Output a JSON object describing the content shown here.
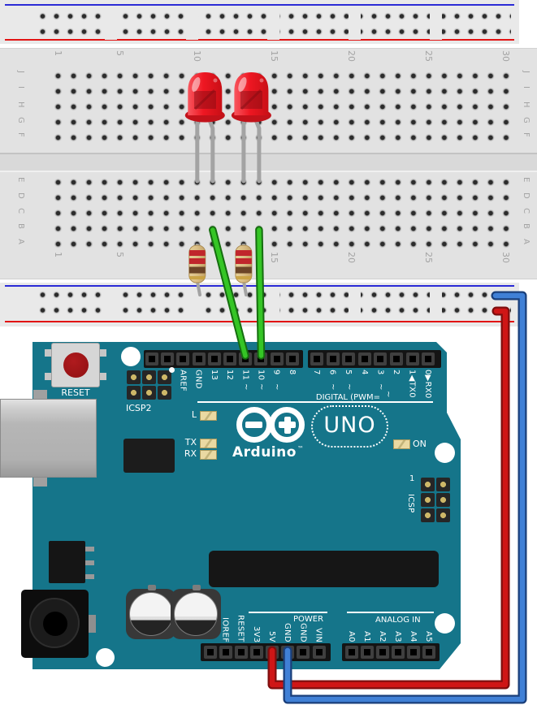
{
  "breadboard": {
    "column_numbers": [
      "1",
      "5",
      "10",
      "15",
      "20",
      "25",
      "30"
    ],
    "row_letters_top": [
      "J",
      "I",
      "H",
      "G",
      "F"
    ],
    "row_letters_bottom": [
      "E",
      "D",
      "C",
      "B",
      "A"
    ]
  },
  "arduino": {
    "reset_label": "RESET",
    "icsp2_label": "ICSP2",
    "icsp_label": "ICSP",
    "icsp_pin1": "1",
    "digital_label": "DIGITAL (PWM=",
    "tilde": "~",
    "dpins_left": [
      "AREF",
      "GND",
      "13",
      "12",
      "11",
      "10",
      "9",
      "8"
    ],
    "dpins_right": [
      "7",
      "6",
      "5",
      "4",
      "3",
      "2",
      "1◀TX0",
      "0▶RX0"
    ],
    "led_l": "L",
    "led_tx": "TX",
    "led_rx": "RX",
    "led_on": "ON",
    "brand": "Arduino",
    "tm": "™",
    "model": "UNO",
    "power_label": "POWER",
    "analog_label": "ANALOG IN",
    "power_pins": [
      "IOREF",
      "RESET",
      "3V3",
      "5V",
      "GND",
      "GND",
      "VIN"
    ],
    "analog_pins": [
      "A0",
      "A1",
      "A2",
      "A3",
      "A4",
      "A5"
    ]
  },
  "circuit": {
    "leds": [
      {
        "id": "led-1",
        "color": "red"
      },
      {
        "id": "led-2",
        "color": "red"
      }
    ],
    "resistors": [
      {
        "id": "resistor-1",
        "bands": [
          "red",
          "red",
          "brown",
          "gold"
        ]
      },
      {
        "id": "resistor-2",
        "bands": [
          "red",
          "red",
          "brown",
          "gold"
        ]
      }
    ],
    "wires": [
      {
        "id": "wire-green-1",
        "color": "green",
        "connects": [
          "breadboard",
          "digital pin ~11"
        ]
      },
      {
        "id": "wire-green-2",
        "color": "green",
        "connects": [
          "breadboard",
          "digital pin ~10"
        ]
      },
      {
        "id": "wire-red",
        "color": "red",
        "connects": [
          "5V pin",
          "red power rail"
        ]
      },
      {
        "id": "wire-blue",
        "color": "blue",
        "connects": [
          "GND pin",
          "blue power rail"
        ]
      }
    ]
  },
  "colors": {
    "arduino_board": "#15758a",
    "breadboard": "#e2e2e2",
    "rail_blue": "#2b2bd6",
    "rail_red": "#e21414",
    "wire_green": "#35c525",
    "wire_red": "#cf1616",
    "wire_blue": "#4080d6",
    "led_red": "#e8141c",
    "resistor_body": "#d9bc82"
  }
}
